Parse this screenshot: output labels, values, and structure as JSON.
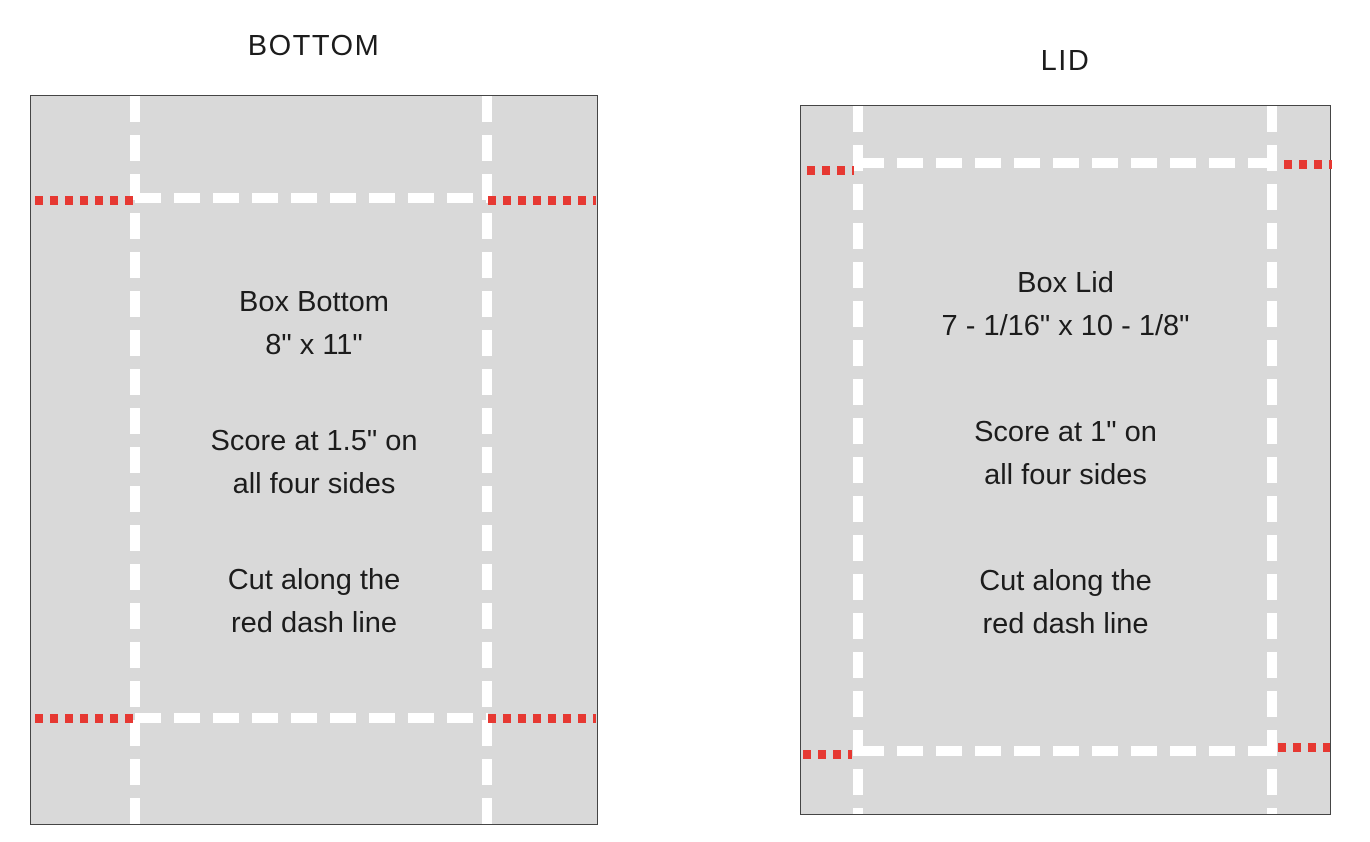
{
  "page": {
    "background": "#ffffff"
  },
  "colors": {
    "sheet_fill": "#d9d9d9",
    "sheet_border": "#454545",
    "score_line": "#ffffff",
    "cut_line": "#e63832",
    "text": "#1c1c1c"
  },
  "panels": [
    {
      "id": "bottom",
      "title": "BOTTOM",
      "text_groups": [
        [
          "Box Bottom",
          "8\" x 11\""
        ],
        [
          "Score at 1.5\" on",
          "all four sides"
        ],
        [
          "Cut along the",
          "red dash line"
        ]
      ]
    },
    {
      "id": "lid",
      "title": "LID",
      "text_groups": [
        [
          "Box Lid",
          "7 - 1/16\" x 10 - 1/8\""
        ],
        [
          "Score at 1\" on",
          "all four sides"
        ],
        [
          "Cut along the",
          "red dash line"
        ]
      ]
    }
  ]
}
